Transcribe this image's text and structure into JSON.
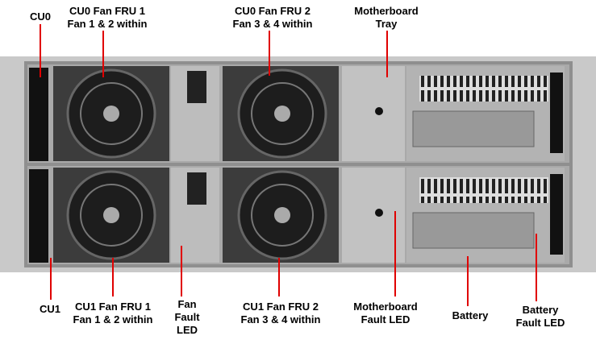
{
  "labels": {
    "cu0": [
      "CU0"
    ],
    "cu0_fan1": [
      "CU0 Fan FRU 1",
      "Fan 1 & 2 within"
    ],
    "cu0_fan2": [
      "CU0 Fan FRU 2",
      "Fan 3 & 4 within"
    ],
    "mb_tray": [
      "Motherboard",
      "Tray"
    ],
    "cu1": [
      "CU1"
    ],
    "cu1_fan1": [
      "CU1 Fan FRU 1",
      "Fan 1 & 2 within"
    ],
    "fan_led": [
      "Fan",
      "Fault",
      "LED"
    ],
    "cu1_fan2": [
      "CU1 Fan FRU 2",
      "Fan 3 & 4 within"
    ],
    "mb_led": [
      "Motherboard",
      "Fault LED"
    ],
    "battery": [
      "Battery"
    ],
    "battery_led": [
      "Battery",
      "Fault LED"
    ]
  },
  "colors": {
    "leader": "#e00000",
    "chassis": "#b8b8b8",
    "fan": "#2a2a2a"
  }
}
